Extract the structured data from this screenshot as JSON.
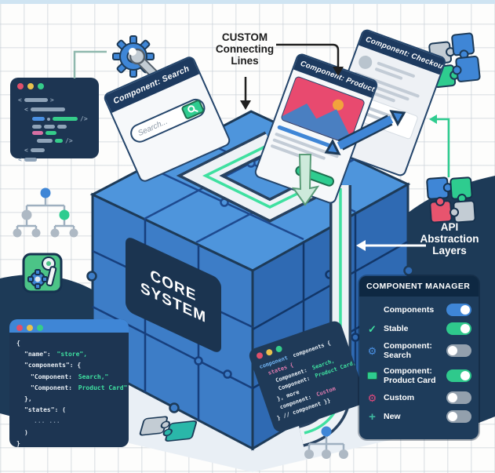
{
  "annotations": {
    "custom_label": {
      "lines": [
        "CUSTOM",
        "Connecting",
        "Lines"
      ]
    },
    "api_label": {
      "lines": [
        "API",
        "Abstraction",
        "Layers"
      ]
    }
  },
  "cube": {
    "label_line1": "CORE",
    "label_line2": "SYSTEM"
  },
  "cards": {
    "search": {
      "title": "Component: Search",
      "placeholder": "Search..."
    },
    "product": {
      "title": "Component: Product Card"
    },
    "checkout": {
      "title": "Component: Checkout"
    }
  },
  "component_manager": {
    "title": "COMPONENT MANAGER",
    "icons": {
      "check": "✓",
      "gear": "⚙",
      "plus": "+"
    },
    "rows": [
      {
        "label": "Components",
        "icon": "none",
        "toggle": "blue-on"
      },
      {
        "label": "Stable",
        "icon": "check-icon",
        "toggle": "green-on"
      },
      {
        "label": "Component: Search",
        "icon": "gear-blue-icon",
        "toggle": "off"
      },
      {
        "label": "Component: Product Card",
        "icon": "card-green-icon",
        "toggle": "green-on"
      },
      {
        "label": "Custom",
        "icon": "gear-pink-icon",
        "toggle": "off"
      },
      {
        "label": "New",
        "icon": "plus-icon",
        "toggle": "off"
      }
    ]
  },
  "code_json": {
    "lines": [
      {
        "in": 0,
        "seg": [
          {
            "t": "{",
            "c": "w"
          }
        ]
      },
      {
        "in": 10,
        "seg": [
          {
            "t": "\"name\": ",
            "c": "w"
          },
          {
            "t": "\"store\",",
            "c": "g"
          }
        ]
      },
      {
        "in": 10,
        "seg": [
          {
            "t": "\"components\": {",
            "c": "w"
          }
        ]
      },
      {
        "in": 18,
        "seg": [
          {
            "t": "\"Component: ",
            "c": "w"
          },
          {
            "t": "Search,\"",
            "c": "g"
          }
        ]
      },
      {
        "in": 18,
        "seg": [
          {
            "t": "\"Component: ",
            "c": "w"
          },
          {
            "t": "Product Card\"",
            "c": "g"
          }
        ]
      },
      {
        "in": 10,
        "seg": [
          {
            "t": "},",
            "c": "w"
          }
        ]
      },
      {
        "in": 10,
        "seg": [
          {
            "t": "\"states\": (",
            "c": "w"
          }
        ]
      },
      {
        "in": 22,
        "seg": [
          {
            "t": "... ...",
            "c": "dim"
          }
        ]
      },
      {
        "in": 10,
        "seg": [
          {
            "t": ")",
            "c": "w"
          }
        ]
      },
      {
        "in": 0,
        "seg": [
          {
            "t": "}",
            "c": "w"
          }
        ]
      }
    ]
  },
  "code_component": {
    "lines": [
      {
        "in": 0,
        "seg": [
          {
            "t": "component ",
            "c": "b"
          },
          {
            "t": "components {",
            "c": "w"
          }
        ]
      },
      {
        "in": 8,
        "seg": [
          {
            "t": "states {",
            "c": "p"
          }
        ]
      },
      {
        "in": 14,
        "seg": [
          {
            "t": "Component: ",
            "c": "w"
          },
          {
            "t": "Search,",
            "c": "g"
          }
        ]
      },
      {
        "in": 14,
        "seg": [
          {
            "t": "Component: ",
            "c": "w"
          },
          {
            "t": "Product Card,",
            "c": "g"
          }
        ]
      },
      {
        "in": 8,
        "seg": [
          {
            "t": "}, more",
            "c": "w"
          }
        ]
      },
      {
        "in": 8,
        "seg": [
          {
            "t": "component: ",
            "c": "w"
          },
          {
            "t": "Custom",
            "c": "p"
          }
        ]
      },
      {
        "in": 0,
        "seg": [
          {
            "t": "} // component }}",
            "c": "w"
          }
        ]
      }
    ]
  },
  "code_abstract": {
    "rows": [
      {
        "in": 0,
        "seg": [
          {
            "g": "<"
          },
          {
            "w": 30,
            "c": "gray"
          },
          {
            "g": ">"
          }
        ]
      },
      {
        "in": 8,
        "seg": [
          {
            "g": "<"
          },
          {
            "w": 44,
            "c": "gray"
          }
        ]
      },
      {
        "in": 18,
        "seg": [
          {
            "w": 16,
            "c": "blue"
          },
          {
            "w": 4,
            "c": "dot"
          },
          {
            "w": 32,
            "c": "green"
          },
          {
            "g": "/>"
          }
        ]
      },
      {
        "in": 18,
        "seg": [
          {
            "w": 12,
            "c": "gray"
          },
          {
            "w": 14,
            "c": "gray"
          },
          {
            "w": 12,
            "c": "gray"
          }
        ]
      },
      {
        "in": 18,
        "seg": [
          {
            "w": 14,
            "c": "pink"
          },
          {
            "w": 14,
            "c": "green"
          }
        ]
      },
      {
        "in": 24,
        "seg": [
          {
            "w": 20,
            "c": "gray"
          },
          {
            "w": 10,
            "c": "green"
          },
          {
            "g": "/>"
          }
        ]
      },
      {
        "in": 8,
        "seg": [
          {
            "g": "<"
          },
          {
            "w": 18,
            "c": "gray"
          }
        ]
      },
      {
        "in": 0,
        "seg": [
          {
            "g": "<"
          },
          {
            "w": 16,
            "c": "gray"
          }
        ]
      }
    ]
  },
  "colors": {
    "navy": "#1d3a57",
    "cube_top": "#4e95dc",
    "cube_left": "#3d7dc7",
    "cube_right": "#2f6ab3",
    "accent_blue": "#3f86d6",
    "accent_green": "#2ecc8f",
    "accent_pink": "#e0497d",
    "channel_light": "#eef2f6",
    "channel_line_green": "#3fe0a0"
  }
}
